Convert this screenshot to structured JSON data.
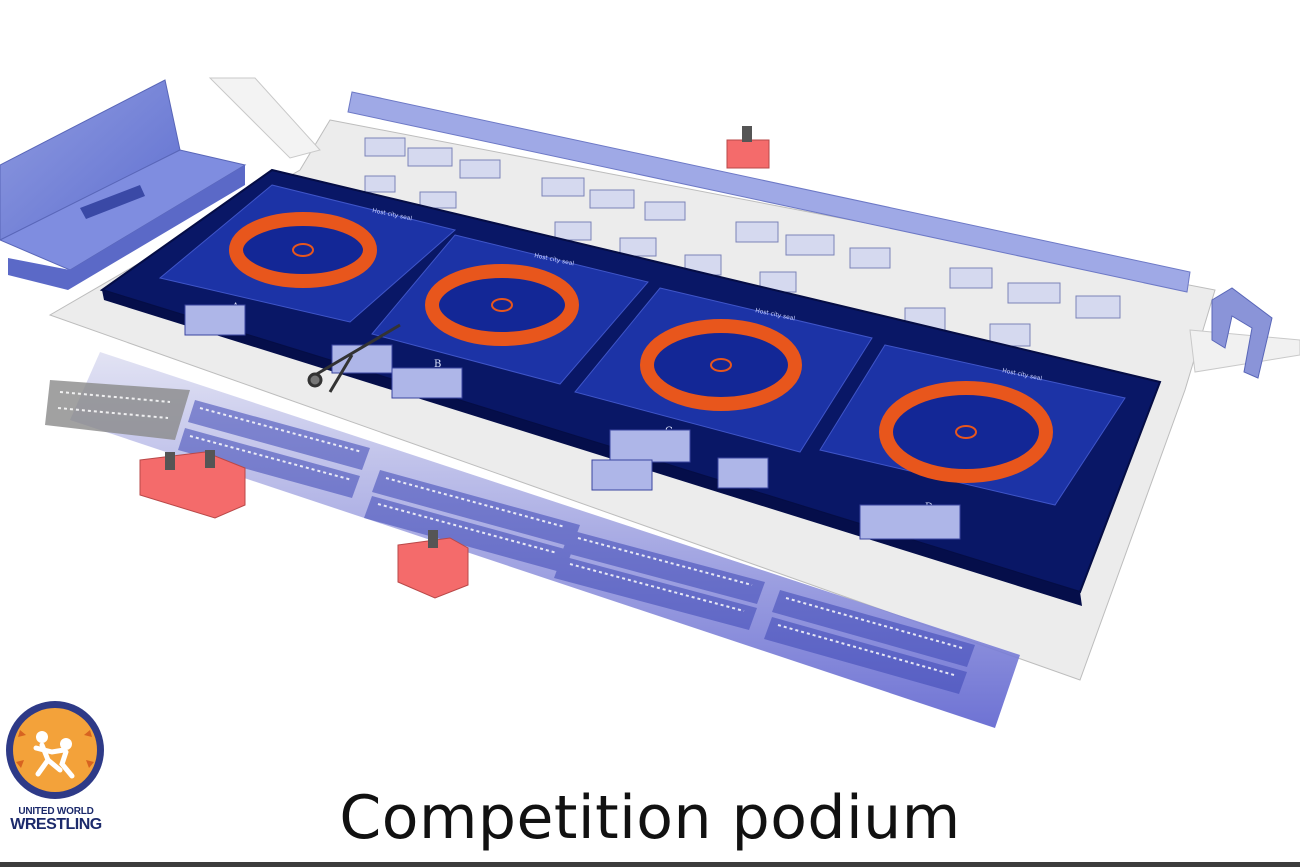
{
  "caption": "Competition podium",
  "logo": {
    "line1": "UNITED WORLD",
    "line2": "WRESTLING"
  },
  "mats": [
    {
      "letter": "A",
      "sponsor": "Host city seal"
    },
    {
      "letter": "B",
      "sponsor": "Host city seal"
    },
    {
      "letter": "C",
      "sponsor": "Host city seal"
    },
    {
      "letter": "D",
      "sponsor": "Host city seal"
    }
  ],
  "colors": {
    "podium": "#0b1a7e",
    "mat": "#1c33a6",
    "ring": "#e8561c",
    "camera_platform": "#f26a6a",
    "floor": "#eeeeee",
    "tribune": "#6f73d6"
  }
}
